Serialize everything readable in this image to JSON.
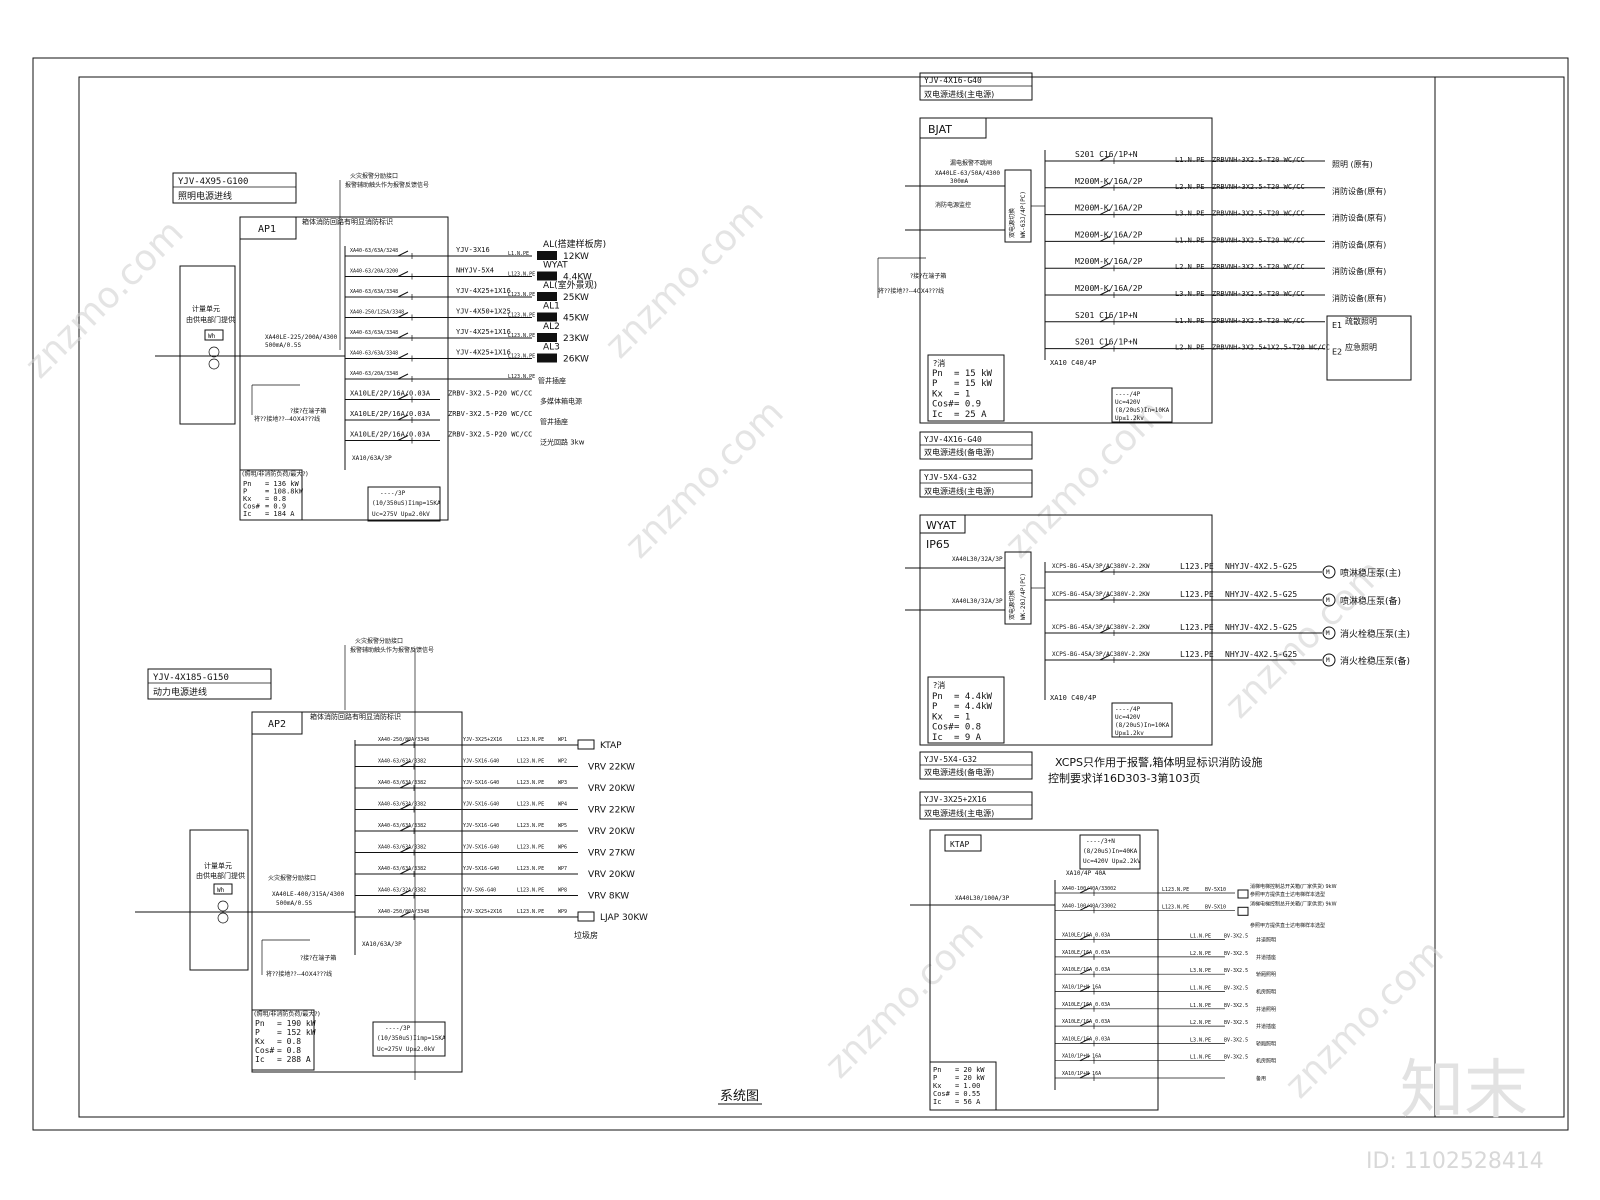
{
  "drawing_title": "系统图",
  "watermark": {
    "brand": "知末",
    "site": "znzmo.com",
    "id": "ID: 1102528414"
  },
  "ap1": {
    "incoming_cable": "YJV-4X95-G100",
    "incoming_desc": "照明电源进线",
    "panel_label": "AP1",
    "header_note": "箱体消防回路有明显消防标识",
    "fire_note_1": "火灾报警分励接口",
    "fire_note_2": "报警辅助触头作为报警反馈信号",
    "meter_1": "计量单元",
    "meter_2": "由供电部门提供",
    "main_breaker_1": "XA40LE-225/200A/4300",
    "main_breaker_2": "500mA/0.5S",
    "ground_note": "?接?在端子箱",
    "ground_cable": "将??接地??--40X4???线",
    "circuits": [
      {
        "breaker": "XA40-63/63A/3248",
        "cable": "YJV-3X16",
        "phase": "L1.N.PE",
        "load": "AL(搭建样板房)",
        "power": "12KW"
      },
      {
        "breaker": "XA40-63/20A/3200",
        "cable": "NHYJV-5X4",
        "phase": "L123.N.PE",
        "load": "WYAT",
        "power": "4.4KW"
      },
      {
        "breaker": "XA40-63/63A/3348",
        "cable": "YJV-4X25+1X16",
        "phase": "L123.N.PE",
        "load": "AL(室外景观)",
        "power": "25KW"
      },
      {
        "breaker": "XA40-250/125A/3348",
        "cable": "YJV-4X50+1X25",
        "phase": "L123.N.PE",
        "load": "AL1",
        "power": "45KW"
      },
      {
        "breaker": "XA40-63/63A/3348",
        "cable": "YJV-4X25+1X16",
        "phase": "L123.N.PE",
        "load": "AL2",
        "power": "23KW"
      },
      {
        "breaker": "XA40-63/63A/3348",
        "cable": "YJV-4X25+1X16",
        "phase": "L123.N.PE",
        "load": "AL3",
        "power": "26KW"
      },
      {
        "breaker": "XA40-63/20A/3348",
        "cable": "",
        "phase": "L123.N.PE",
        "load": "管井插座",
        "power": ""
      },
      {
        "breaker": "XA10LE/2P/16A/0.03A",
        "cable": "ZRBV-3X2.5-P20 WC/CC",
        "phase": "",
        "load": "多媒体箱电源",
        "power": ""
      },
      {
        "breaker": "XA10LE/2P/16A/0.03A",
        "cable": "ZRBV-3X2.5-P20 WC/CC",
        "phase": "",
        "load": "管井插座",
        "power": ""
      },
      {
        "breaker": "XA10LE/2P/16A/0.03A",
        "cable": "ZRBV-3X2.5-P20 WC/CC",
        "phase": "",
        "load": "泛光回路 3kw",
        "power": ""
      }
    ],
    "spd_breaker": "XA10/63A/3P",
    "spd_1": "----/3P",
    "spd_2": "(10/350uS)Iimp=15KA",
    "spd_3": "Uc=275V Up≤2.0kV",
    "calc_header": "(照明/非消防负荷/最大?)",
    "calc": [
      [
        "Pn",
        "= 136 kW"
      ],
      [
        "P",
        "= 108.8kW"
      ],
      [
        "Kx",
        "= 0.8"
      ],
      [
        "Cos#",
        "= 0.9"
      ],
      [
        "Ic",
        "= 184 A"
      ]
    ]
  },
  "ap2": {
    "incoming_cable": "YJV-4X185-G150",
    "incoming_desc": "动力电源进线",
    "panel_label": "AP2",
    "header_note": "箱体消防回路有明显消防标识",
    "fire_note_1": "火灾报警分励接口",
    "fire_note_2": "报警辅助触头作为报警反馈信号",
    "meter_1": "计量单元",
    "meter_2": "由供电部门提供",
    "main_breaker_1": "XA40LE-400/315A/4300",
    "main_breaker_2": "500mA/0.5S",
    "ground_note": "?接?在端子箱",
    "ground_cable": "将??接地??--40X4???线",
    "circuits": [
      {
        "breaker": "XA40-250/80A/3348",
        "cable": "YJV-3X25+2X16",
        "phase": "L123.N.PE",
        "code": "WP1",
        "load": "KTAP"
      },
      {
        "breaker": "XA40-63/63A/3382",
        "cable": "YJV-5X16-G40",
        "phase": "L123.N.PE",
        "code": "WP2",
        "load": "VRV 22KW"
      },
      {
        "breaker": "XA40-63/63A/3382",
        "cable": "YJV-5X16-G40",
        "phase": "L123.N.PE",
        "code": "WP3",
        "load": "VRV 20KW"
      },
      {
        "breaker": "XA40-63/63A/3382",
        "cable": "YJV-5X16-G40",
        "phase": "L123.N.PE",
        "code": "WP4",
        "load": "VRV 22KW"
      },
      {
        "breaker": "XA40-63/63A/3382",
        "cable": "YJV-5X16-G40",
        "phase": "L123.N.PE",
        "code": "WP5",
        "load": "VRV 20KW"
      },
      {
        "breaker": "XA40-63/63A/3382",
        "cable": "YJV-5X16-G40",
        "phase": "L123.N.PE",
        "code": "WP6",
        "load": "VRV 27KW"
      },
      {
        "breaker": "XA40-63/63A/3382",
        "cable": "YJV-5X16-G40",
        "phase": "L123.N.PE",
        "code": "WP7",
        "load": "VRV 20KW"
      },
      {
        "breaker": "XA40-63/32A/3382",
        "cable": "YJV-5X6-G40",
        "phase": "L123.N.PE",
        "code": "WP8",
        "load": "VRV 8KW"
      },
      {
        "breaker": "XA40-250/80A/3348",
        "cable": "YJV-3X25+2X16",
        "phase": "L123.N.PE",
        "code": "WP9",
        "load": "LJAP 30KW"
      }
    ],
    "ljap_note": "垃圾房",
    "spd_breaker": "XA10/63A/3P",
    "spd_1": "----/3P",
    "spd_2": "(10/350uS)Iimp=15KA",
    "spd_3": "Uc=275V Up≤2.0kV",
    "calc_header": "(照明/非消防负荷/最大?)",
    "calc": [
      [
        "Pn",
        "= 190 kW"
      ],
      [
        "P",
        "= 152 kW"
      ],
      [
        "Kx",
        "= 0.8"
      ],
      [
        "Cos#",
        "= 0.8"
      ],
      [
        "Ic",
        "= 288 A"
      ]
    ]
  },
  "bjat": {
    "incoming_main_cable": "YJV-4X16-G40",
    "incoming_main_desc": "双电源进线(主电源)",
    "incoming_backup_cable": "YJV-4X16-G40",
    "incoming_backup_desc": "双电源进线(备电源)",
    "panel_label": "BJAT",
    "leak_note_1": "漏电报警不跳闸",
    "leak_note_2": "XA40LE-63/50A/4300",
    "leak_note_3": "300mA",
    "fire_note": "消防电源监控",
    "ats_label": "WK-63J/4P(PC)",
    "ats_side": "双电源切换",
    "ground_note": "?接?在端子箱",
    "ground_cable": "将??接地??--40X4???线",
    "circuits": [
      {
        "breaker": "S201 C16/1P+N",
        "phase": "L1.N.PE",
        "cable": "ZRBVNH-3X2.5-T20 WC/CC",
        "load": "照明  (原有)"
      },
      {
        "breaker": "M200M-K/16A/2P",
        "phase": "L2.N.PE",
        "cable": "ZRBVNH-3X2.5-T20 WC/CC",
        "load": "消防设备(原有)"
      },
      {
        "breaker": "M200M-K/16A/2P",
        "phase": "L3.N.PE",
        "cable": "ZRBVNH-3X2.5-T20 WC/CC",
        "load": "消防设备(原有)"
      },
      {
        "breaker": "M200M-K/16A/2P",
        "phase": "L1.N.PE",
        "cable": "ZRBVNH-3X2.5-T20 WC/CC",
        "load": "消防设备(原有)"
      },
      {
        "breaker": "M200M-K/16A/2P",
        "phase": "L2.N.PE",
        "cable": "ZRBVNH-3X2.5-T20 WC/CC",
        "load": "消防设备(原有)"
      },
      {
        "breaker": "M200M-K/16A/2P",
        "phase": "L3.N.PE",
        "cable": "ZRBVNH-3X2.5-T20 WC/CC",
        "load": "消防设备(原有)"
      },
      {
        "breaker": "S201 C16/1P+N",
        "phase": "L1.N.PE",
        "cable": "ZRBVNH-3X2.5-T20 WC/CC",
        "load": "E1"
      },
      {
        "breaker": "S201 C16/1P+N",
        "phase": "L2.N.PE",
        "cable": "ZRBVNH-3X2.5+1X2.5-T20 WC/CC",
        "load": "E2"
      }
    ],
    "evac_1": "疏散照明",
    "evac_2": "应急照明",
    "spd_breaker": "XA10 C40/4P",
    "spd_1": "----/4P",
    "spd_2": "Uc=420V",
    "spd_3": "(8/20uS)In=10KA",
    "spd_4": "Up≤1.2kv",
    "calc_header": "?消",
    "calc": [
      [
        "Pn",
        "= 15 kW"
      ],
      [
        "P",
        "= 15 kW"
      ],
      [
        "Kx",
        "= 1"
      ],
      [
        "Cos#",
        "= 0.9"
      ],
      [
        "Ic",
        "= 25 A"
      ]
    ]
  },
  "wyat": {
    "incoming_main_cable": "YJV-5X4-G32",
    "incoming_main_desc": "双电源进线(主电源)",
    "incoming_backup_cable": "YJV-5X4-G32",
    "incoming_backup_desc": "双电源进线(备电源)",
    "panel_label": "WYAT",
    "ip_rating": "IP65",
    "in_breaker_1": "XA40L30/32A/3P",
    "in_breaker_2": "XA40L30/32A/3P",
    "ats_label": "WK-20J/4P(PC)",
    "ats_side": "双电源切换",
    "circuits": [
      {
        "breaker": "XCPS-BG-45A/3P/AC380V-2.2KW",
        "phase": "L123.PE",
        "cable": "NHYJV-4X2.5-G25",
        "load": "喷淋稳压泵(主)"
      },
      {
        "breaker": "XCPS-BG-45A/3P/AC380V-2.2KW",
        "phase": "L123.PE",
        "cable": "NHYJV-4X2.5-G25",
        "load": "喷淋稳压泵(备)"
      },
      {
        "breaker": "XCPS-BG-45A/3P/AC380V-2.2KW",
        "phase": "L123.PE",
        "cable": "NHYJV-4X2.5-G25",
        "load": "消火栓稳压泵(主)"
      },
      {
        "breaker": "XCPS-BG-45A/3P/AC380V-2.2KW",
        "phase": "L123.PE",
        "cable": "NHYJV-4X2.5-G25",
        "load": "消火栓稳压泵(备)"
      }
    ],
    "motor_symbol": "M",
    "spd_breaker": "XA10 C40/4P",
    "spd_1": "----/4P",
    "spd_2": "Uc=420V",
    "spd_3": "(8/20uS)In=10KA",
    "spd_4": "Up≤1.2kv",
    "calc_header": "?消",
    "calc": [
      [
        "Pn",
        "= 4.4kW"
      ],
      [
        "P",
        "= 4.4kW"
      ],
      [
        "Kx",
        "= 1"
      ],
      [
        "Cos#",
        "= 0.8"
      ],
      [
        "Ic",
        "= 9 A"
      ]
    ],
    "note_1": "XCPS只作用于报警,箱体明显标识消防设施",
    "note_2": "控制要求详16D303-3第103页"
  },
  "ktap": {
    "incoming_cable": "YJV-3X25+2X16",
    "incoming_desc": "双电源进线(主电源)",
    "panel_label": "KTAP",
    "in_breaker": "XA40L30/100A/3P",
    "spd_1": "----/3+N",
    "spd_2": "(8/20uS)In=40KA",
    "spd_3": "Uc=420V Up≤2.2kV",
    "spd_breaker": "XA10/4P 40A",
    "circuits": [
      {
        "breaker": "XA40-100/40A/33002",
        "phase": "L123.N.PE",
        "cable": "BV-5X10",
        "load": "消梯电梯控制总开关箱(厂家供货) 9kW"
      },
      {
        "breaker": "XA40-100/40A/33002",
        "phase": "L123.N.PE",
        "cable": "BV-5X10",
        "load": "消梯电梯控制总开关箱(厂家供货) 9kW"
      },
      {
        "breaker": "XA10LE/16A 0.03A",
        "phase": "L1.N.PE",
        "cable": "BV-3X2.5",
        "load": "井道照明"
      },
      {
        "breaker": "XA10LE/16A 0.03A",
        "phase": "L2.N.PE",
        "cable": "BV-3X2.5",
        "load": "井道插座"
      },
      {
        "breaker": "XA10LE/16A 0.03A",
        "phase": "L3.N.PE",
        "cable": "BV-3X2.5",
        "load": "轿厢照明"
      },
      {
        "breaker": "XA10/1P+N 16A",
        "phase": "L1.N.PE",
        "cable": "BV-3X2.5",
        "load": "机房照明"
      },
      {
        "breaker": "XA10LE/16A 0.03A",
        "phase": "L1.N.PE",
        "cable": "BV-3X2.5",
        "load": "井道照明"
      },
      {
        "breaker": "XA10LE/16A 0.03A",
        "phase": "L2.N.PE",
        "cable": "BV-3X2.5",
        "load": "井道插座"
      },
      {
        "breaker": "XA10LE/16A 0.03A",
        "phase": "L3.N.PE",
        "cable": "BV-3X2.5",
        "load": "轿厢照明"
      },
      {
        "breaker": "XA10/1P+N 16A",
        "phase": "L1.N.PE",
        "cable": "BV-3X2.5",
        "load": "机房照明"
      },
      {
        "breaker": "XA10/1P+N 16A",
        "phase": "",
        "cable": "",
        "load": "备用"
      }
    ],
    "sub_note": "参照甲方提供直士达电梯样本选型",
    "calc": [
      [
        "Pn",
        "= 20 kW"
      ],
      [
        "P",
        "= 20 kW"
      ],
      [
        "Kx",
        "= 1.00"
      ],
      [
        "Cos#",
        "= 0.55"
      ],
      [
        "Ic",
        "= 56 A"
      ]
    ]
  }
}
